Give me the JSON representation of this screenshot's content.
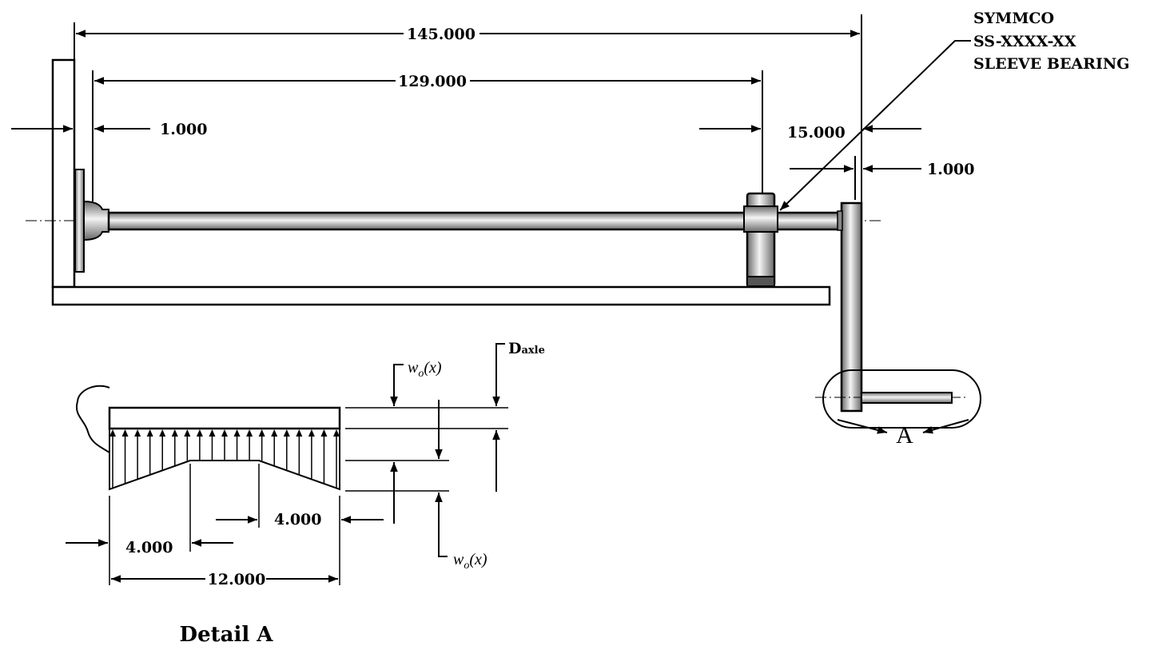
{
  "dimensions": {
    "overall": "145.000",
    "shaft_span": "129.000",
    "left_offset": "1.000",
    "bearing_to_end": "15.000",
    "right_offset": "1.000"
  },
  "bearing_callout": {
    "line1": "SYMMCO",
    "line2": "SS-XXXX-XX",
    "line3": "SLEEVE BEARING"
  },
  "detail_marker": "A",
  "detail": {
    "title": "Detail A",
    "dim_left": "4.000",
    "dim_right": "4.000",
    "dim_total": "12.000",
    "load_top_w": "w",
    "load_top_sub": "o",
    "load_top_arg": "(x)",
    "load_bottom_w": "w",
    "load_bottom_sub": "o",
    "load_bottom_arg": "(x)",
    "diameter_main": "D",
    "diameter_sub": "axle"
  },
  "colors": {
    "line": "#000000",
    "fill": "#ffffff",
    "metal_dark": "#6e6e6e",
    "metal_light": "#f2f2f2"
  }
}
